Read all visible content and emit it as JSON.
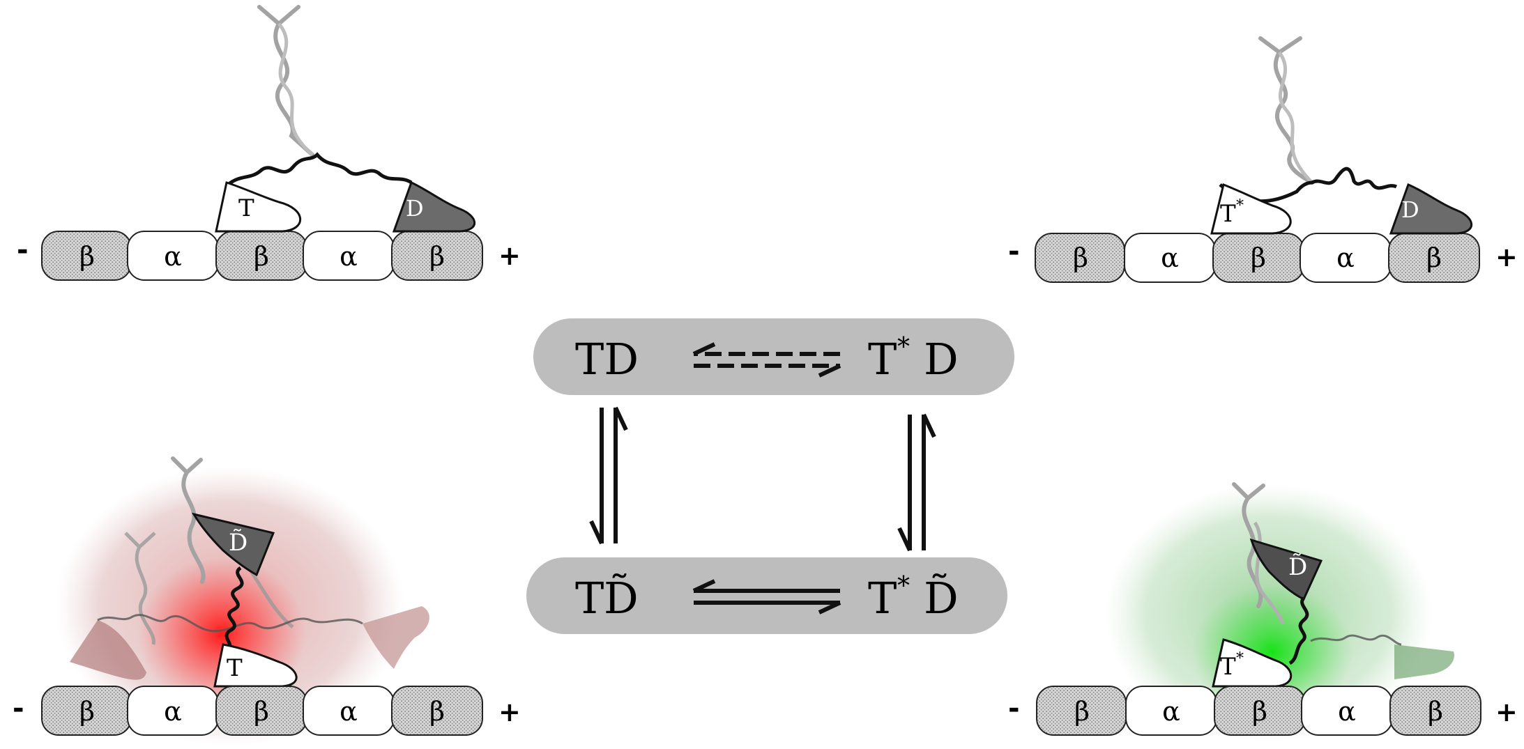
{
  "subunit_labels": {
    "beta": "β",
    "alpha": "α"
  },
  "ends": {
    "minus": "-",
    "plus": "+"
  },
  "heads": {
    "T": "T",
    "T_star": "T",
    "star": "*",
    "D": "D",
    "D_tilde": "D̃"
  },
  "states": {
    "TD": {
      "left": "TD",
      "right_T": "T",
      "right_star": "*",
      "right_D": "D"
    },
    "TDt": {
      "left_T": "T",
      "left_D": "D̃",
      "right_T": "T",
      "right_star": "*",
      "right_D": "D̃"
    }
  },
  "colors": {
    "state_pill": "#bdbdbd",
    "beta_fill": "#d0d0d0",
    "dark_head": "#6b6b6b",
    "tail": "#a3a3a3",
    "red_glow": "#ff1a1a",
    "green_glow": "#16e216"
  }
}
